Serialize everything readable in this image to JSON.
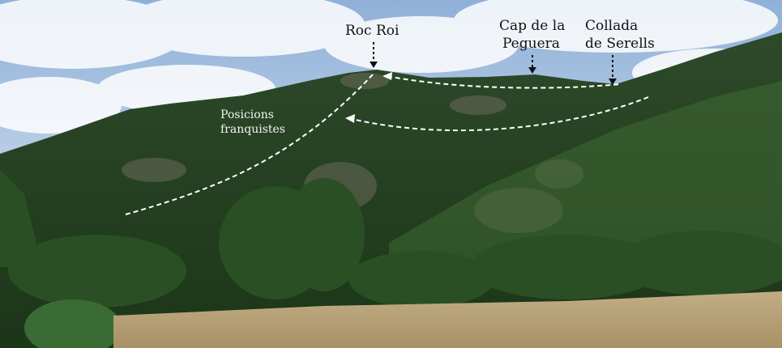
{
  "labels": {
    "roc_roi": "Roc Roi",
    "cap_line1": "Cap de la",
    "cap_line2": "Peguera",
    "collada_line1": "Collada",
    "collada_line2": "de Serells",
    "posicions_line1": "Posicions",
    "posicions_line2": "franquistes"
  },
  "colors": {
    "sky": "#9fb8d6",
    "forest": "#1f3b1a",
    "meadow": "#b6a27a",
    "annotation_line": "#ffffff",
    "label_text": "#111111"
  }
}
